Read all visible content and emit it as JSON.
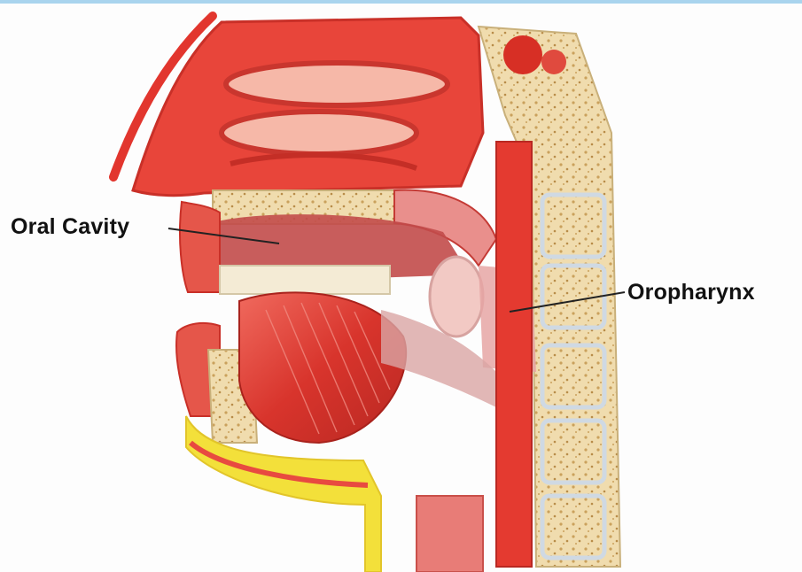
{
  "labels": {
    "oral_cavity": "Oral Cavity",
    "oropharynx": "Oropharynx"
  },
  "colors": {
    "tissue_red": "#d9362e",
    "muscle_red": "#e0403a",
    "pink_mucosa": "#e98f8c",
    "bone": "#f0dcae",
    "bone_spots": "#caa15c",
    "fat_yellow": "#f3e03a",
    "cartilage_blue": "#c9d6e2",
    "background": "#fdfdfd",
    "frame_blue": "#a9d4ee"
  },
  "icons": [
    "head-sagittal-section-illustration"
  ]
}
